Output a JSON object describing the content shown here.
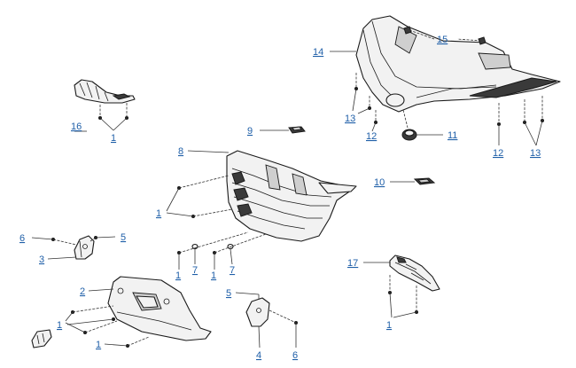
{
  "callouts": [
    {
      "id": "c16",
      "text": "16"
    },
    {
      "id": "c1a",
      "text": "1"
    },
    {
      "id": "c14",
      "text": "14"
    },
    {
      "id": "c15",
      "text": "15"
    },
    {
      "id": "c13a",
      "text": "13"
    },
    {
      "id": "c12a",
      "text": "12"
    },
    {
      "id": "c11",
      "text": "11"
    },
    {
      "id": "c12b",
      "text": "12"
    },
    {
      "id": "c13b",
      "text": "13"
    },
    {
      "id": "c9",
      "text": "9"
    },
    {
      "id": "c8",
      "text": "8"
    },
    {
      "id": "c10",
      "text": "10"
    },
    {
      "id": "c1b",
      "text": "1"
    },
    {
      "id": "c6a",
      "text": "6"
    },
    {
      "id": "c5a",
      "text": "5"
    },
    {
      "id": "c3",
      "text": "3"
    },
    {
      "id": "c1c",
      "text": "1"
    },
    {
      "id": "c7a",
      "text": "7"
    },
    {
      "id": "c1d",
      "text": "1"
    },
    {
      "id": "c7b",
      "text": "7"
    },
    {
      "id": "c17",
      "text": "17"
    },
    {
      "id": "c2",
      "text": "2"
    },
    {
      "id": "c1e",
      "text": "1"
    },
    {
      "id": "c1f",
      "text": "1"
    },
    {
      "id": "c5b",
      "text": "5"
    },
    {
      "id": "c4",
      "text": "4"
    },
    {
      "id": "c6b",
      "text": "6"
    },
    {
      "id": "c1g",
      "text": "1"
    }
  ],
  "colors": {
    "callout": "#1f5fa8",
    "line": "#1a1a1a",
    "fill": "#f2f2f2"
  }
}
